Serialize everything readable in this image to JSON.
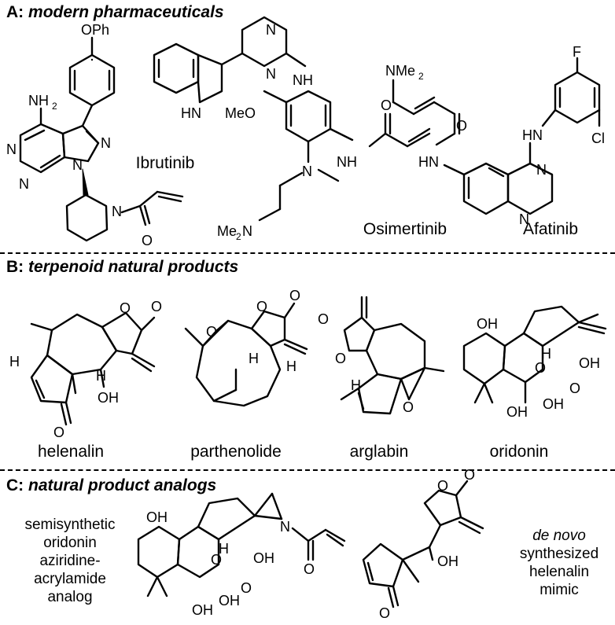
{
  "sections": [
    {
      "letter": "A:",
      "title": "modern pharmaceuticals"
    },
    {
      "letter": "B:",
      "title": "terpenoid natural products"
    },
    {
      "letter": "C:",
      "title": "natural product analogs"
    }
  ],
  "section_a": {
    "drugs": [
      "Ibrutinib",
      "Osimertinib",
      "Afatinib"
    ],
    "atom_labels": {
      "oph": "OPh",
      "nh2": "NH",
      "nh2_sub": "2",
      "n": "N",
      "hn": "HN",
      "nh": "NH",
      "meo": "MeO",
      "nme2": "NMe",
      "nme2_sub": "2",
      "me2n": "Me",
      "me2n_sub": "2",
      "me2n_n": "N",
      "f": "F",
      "cl": "Cl"
    }
  },
  "section_b": {
    "products": [
      "helenalin",
      "parthenolide",
      "arglabin",
      "oridonin"
    ],
    "atom_labels": {
      "o": "O",
      "h": "H",
      "oh": "OH"
    }
  },
  "section_c": {
    "left_blurb": [
      "semisynthetic",
      "oridonin",
      "aziridine-",
      "acrylamide",
      "analog"
    ],
    "right_blurb": {
      "italic": "de novo",
      "lines": [
        "synthesized",
        "helenalin",
        "mimic"
      ]
    },
    "atom_labels": {
      "o": "O",
      "h": "H",
      "oh": "OH",
      "n": "N"
    }
  }
}
